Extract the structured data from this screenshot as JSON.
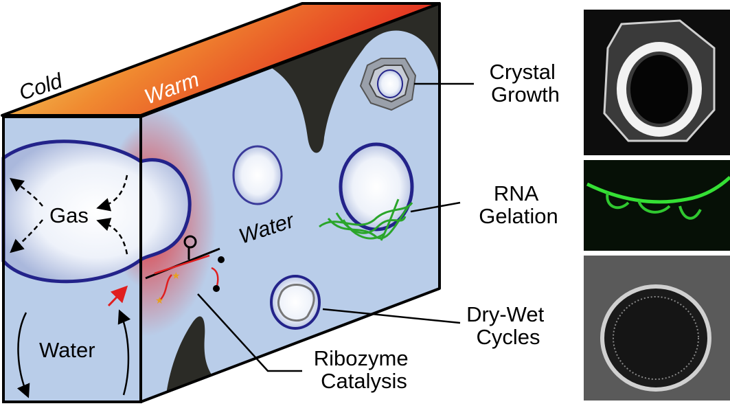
{
  "top_face": {
    "cold_label": "Cold",
    "warm_label": "Warm"
  },
  "front_face": {
    "gas_label": "Gas",
    "water_label": "Water"
  },
  "side_face": {
    "water_label": "Water"
  },
  "callouts": [
    {
      "line1": "Crystal",
      "line2": "Growth"
    },
    {
      "line1": "RNA",
      "line2": "Gelation"
    },
    {
      "line1": "Dry-Wet",
      "line2": "Cycles"
    },
    {
      "line1": "Ribozyme",
      "line2": "Catalysis"
    }
  ],
  "colors": {
    "water": "#b9cde9",
    "bubble_outline": "#23238a",
    "rock": "#2b2b26",
    "rna_green": "#2aa52a",
    "heat_red": "#e0201e",
    "cold_yellow": "#f4f070"
  }
}
